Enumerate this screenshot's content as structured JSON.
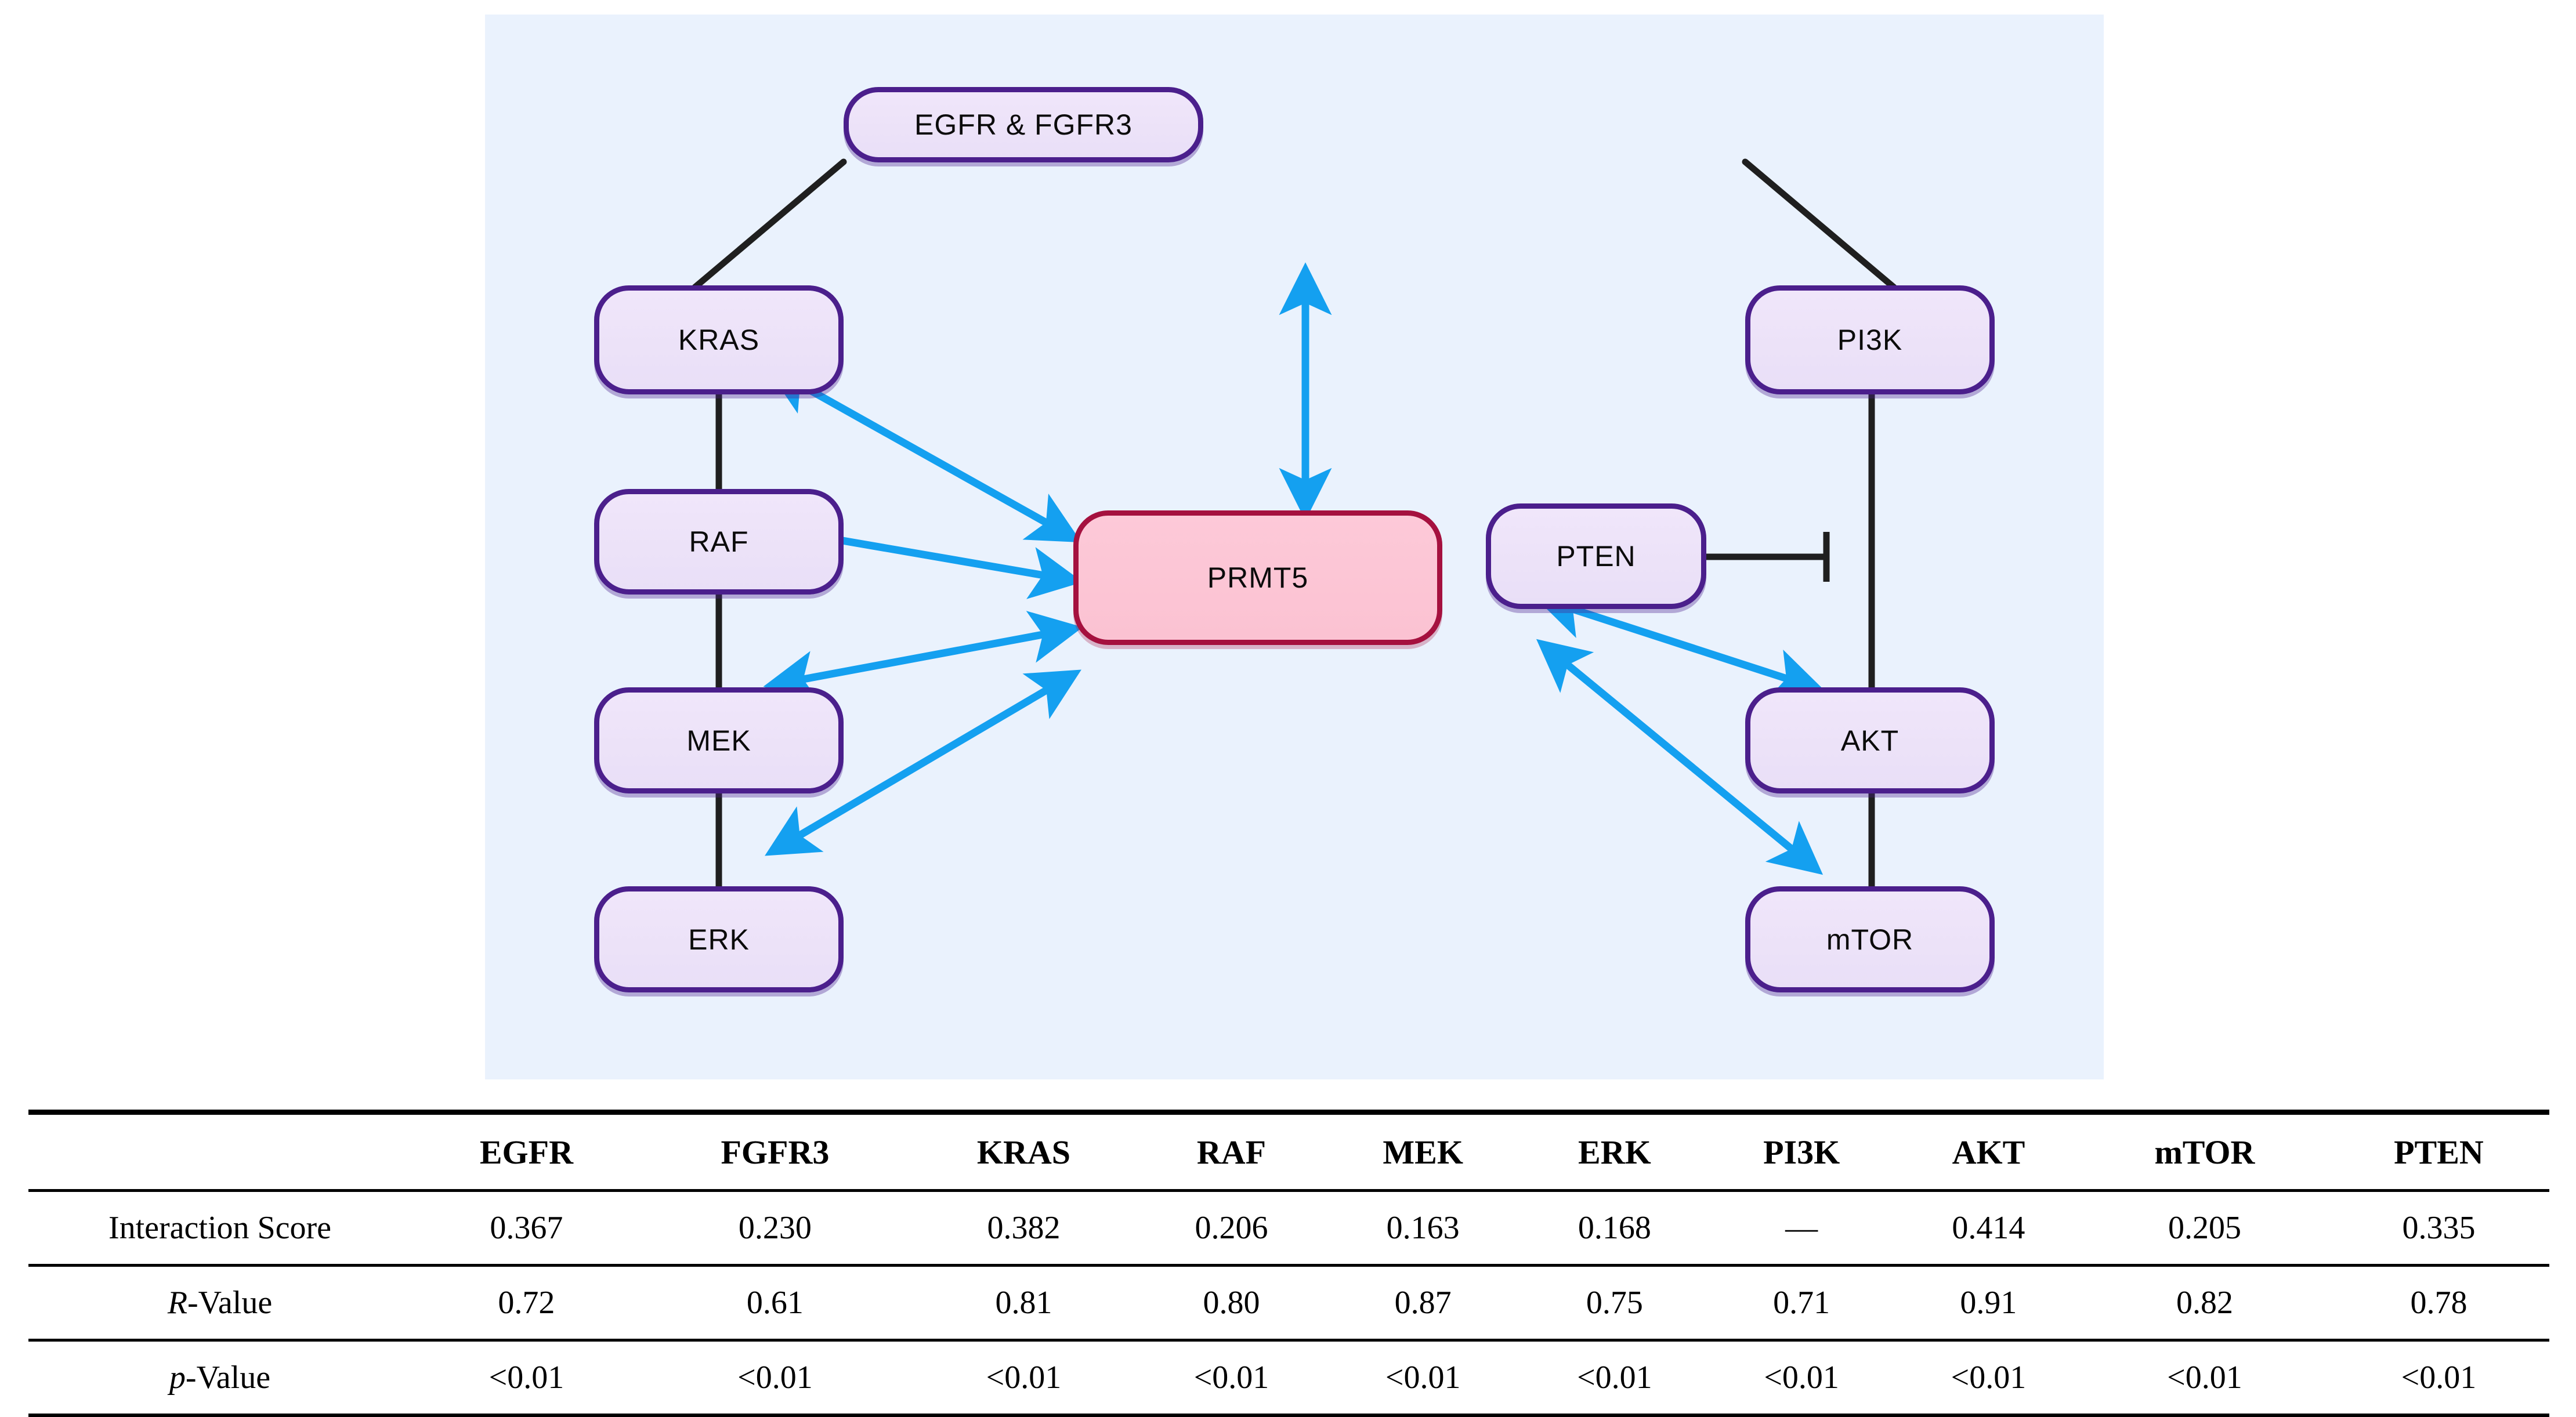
{
  "figure": {
    "panel_background": "#eaf2fd",
    "node_fill": "#ece1f8",
    "node_border": "#4b1f8c",
    "central_fill": "#fbc2d2",
    "central_border": "#a5113f",
    "edge_color": "#1f1f1f",
    "interaction_arrow_color": "#14a0f0"
  },
  "diagram": {
    "nodes": [
      {
        "id": "egfr_fgfr3",
        "label": "EGFR & FGFR3"
      },
      {
        "id": "kras",
        "label": "KRAS"
      },
      {
        "id": "raf",
        "label": "RAF"
      },
      {
        "id": "mek",
        "label": "MEK"
      },
      {
        "id": "erk",
        "label": "ERK"
      },
      {
        "id": "prmt5",
        "label": "PRMT5"
      },
      {
        "id": "pi3k",
        "label": "PI3K"
      },
      {
        "id": "pten",
        "label": "PTEN"
      },
      {
        "id": "akt",
        "label": "AKT"
      },
      {
        "id": "mtor",
        "label": "mTOR"
      }
    ],
    "edges": [
      {
        "from": "egfr_fgfr3",
        "to": "kras",
        "type": "activation"
      },
      {
        "from": "egfr_fgfr3",
        "to": "pi3k",
        "type": "activation"
      },
      {
        "from": "kras",
        "to": "raf",
        "type": "activation"
      },
      {
        "from": "raf",
        "to": "mek",
        "type": "activation"
      },
      {
        "from": "mek",
        "to": "erk",
        "type": "activation"
      },
      {
        "from": "pi3k",
        "to": "akt",
        "type": "activation"
      },
      {
        "from": "akt",
        "to": "mtor",
        "type": "activation"
      },
      {
        "from": "pten",
        "to": "pi3k_akt_axis",
        "type": "inhibition"
      },
      {
        "from": "egfr_fgfr3",
        "to": "prmt5",
        "type": "bidirectional"
      },
      {
        "from": "kras",
        "to": "prmt5",
        "type": "bidirectional"
      },
      {
        "from": "raf",
        "to": "prmt5",
        "type": "bidirectional"
      },
      {
        "from": "mek",
        "to": "prmt5",
        "type": "bidirectional"
      },
      {
        "from": "erk",
        "to": "prmt5",
        "type": "bidirectional"
      },
      {
        "from": "pten",
        "to": "prmt5",
        "type": "bidirectional"
      },
      {
        "from": "akt",
        "to": "prmt5",
        "type": "bidirectional"
      },
      {
        "from": "mtor",
        "to": "prmt5",
        "type": "bidirectional"
      }
    ]
  },
  "chart_data": {
    "type": "table",
    "title": "",
    "columns": [
      "EGFR",
      "FGFR3",
      "KRAS",
      "RAF",
      "MEK",
      "ERK",
      "PI3K",
      "AKT",
      "mTOR",
      "PTEN"
    ],
    "row_header_blank": "",
    "rows": [
      {
        "label": "Interaction Score",
        "label_italic_prefix": "",
        "values": [
          "0.367",
          "0.230",
          "0.382",
          "0.206",
          "0.163",
          "0.168",
          "—",
          "0.414",
          "0.205",
          "0.335"
        ]
      },
      {
        "label": "-Value",
        "label_italic_prefix": "R",
        "values": [
          "0.72",
          "0.61",
          "0.81",
          "0.80",
          "0.87",
          "0.75",
          "0.71",
          "0.91",
          "0.82",
          "0.78"
        ]
      },
      {
        "label": "-Value",
        "label_italic_prefix": "p",
        "values": [
          "<0.01",
          "<0.01",
          "<0.01",
          "<0.01",
          "<0.01",
          "<0.01",
          "<0.01",
          "<0.01",
          "<0.01",
          "<0.01"
        ]
      }
    ]
  }
}
